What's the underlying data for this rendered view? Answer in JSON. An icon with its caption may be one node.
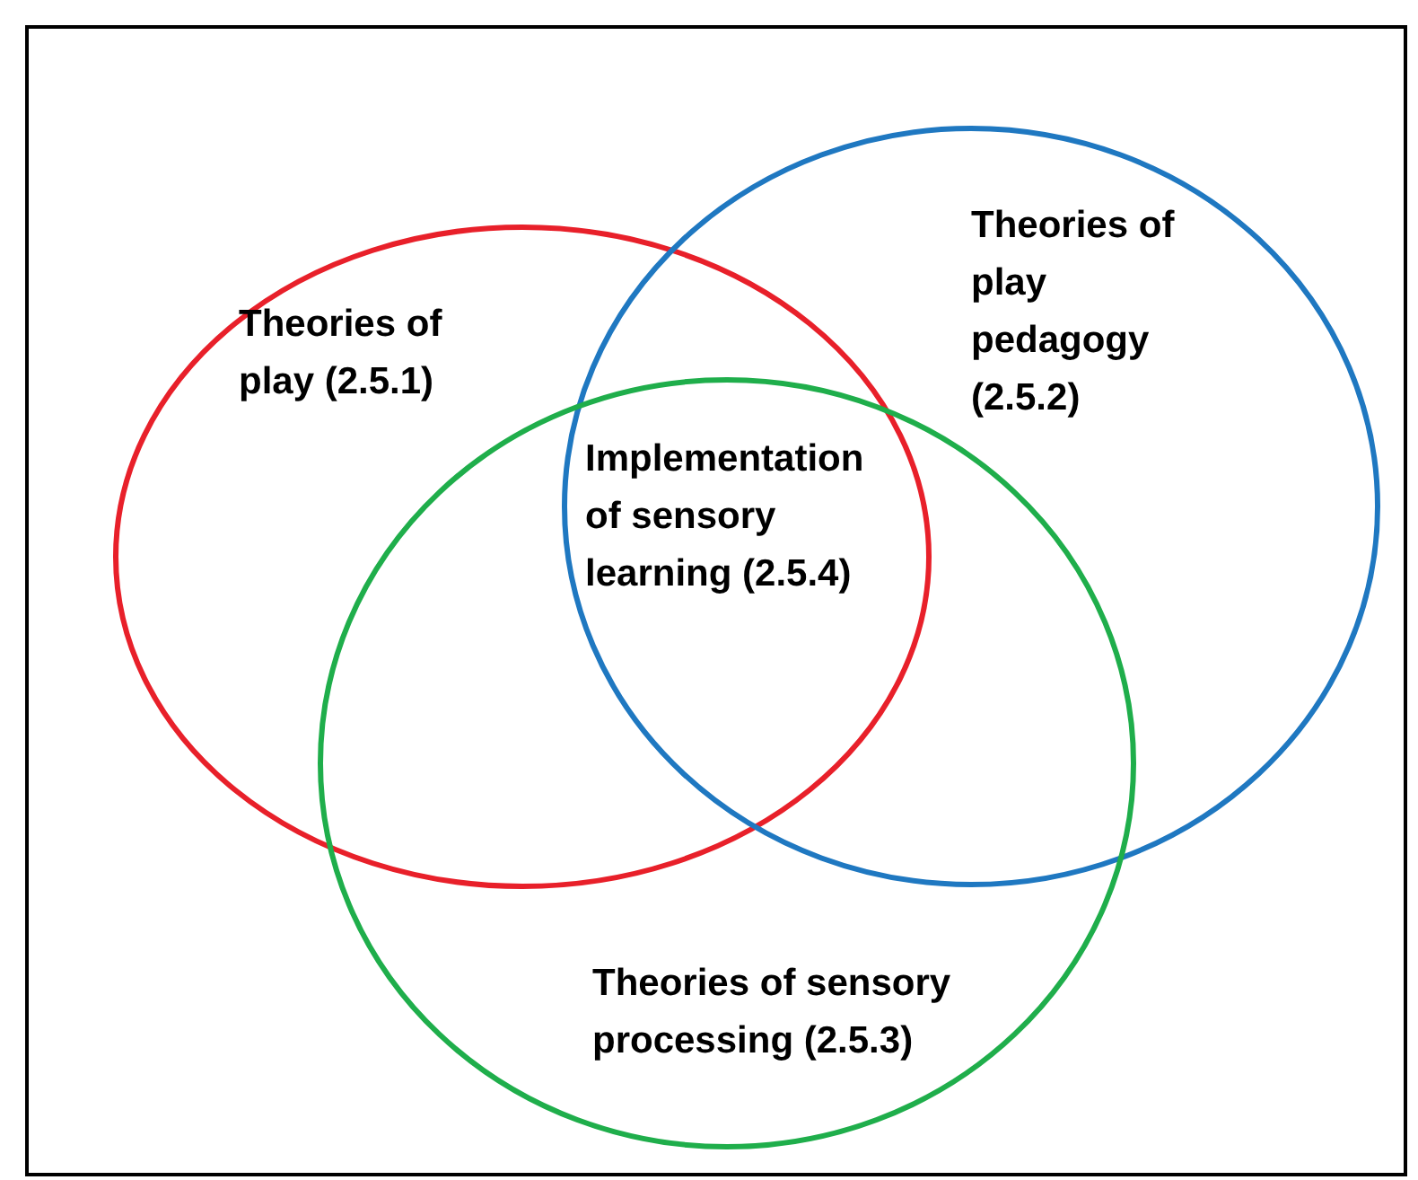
{
  "diagram": {
    "nodes": [
      {
        "text": [
          "Theories of play (2.5.1)"
        ]
      },
      {
        "text": [
          "Theories of play pedagogy (2.5.2)"
        ]
      },
      {
        "text": [
          "Theories of sensory processing (2.5.3)"
        ]
      }
    ],
    "labels": [
      "Implementation of sensory learning (2.5.4)"
    ]
  }
}
